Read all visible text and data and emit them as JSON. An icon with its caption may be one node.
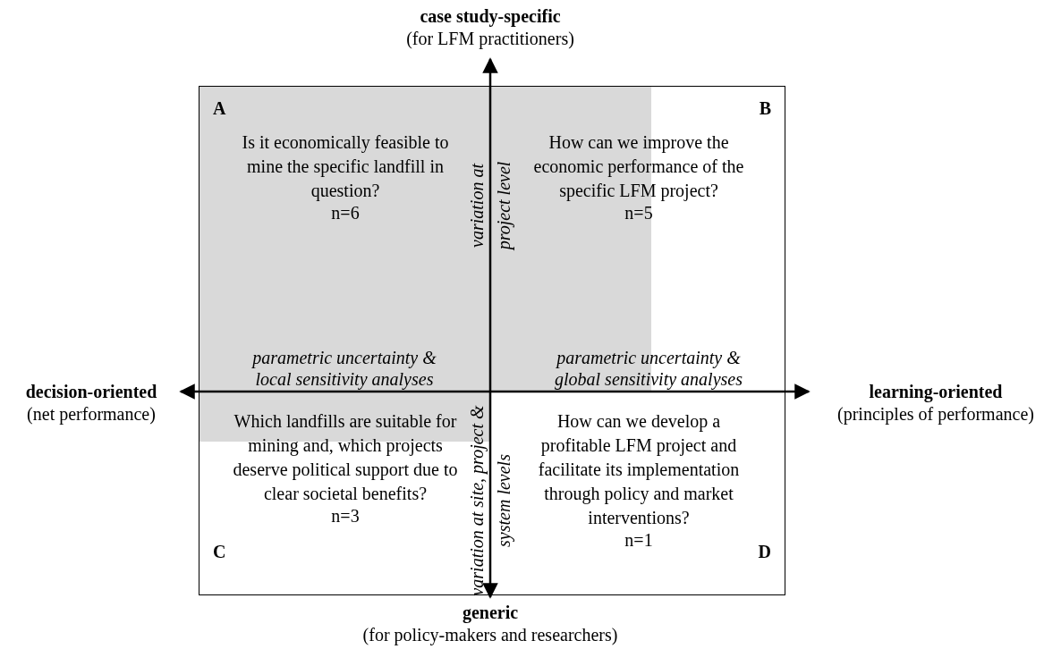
{
  "diagram": {
    "nodes": [
      {
        "text": [],
        "shape": "box"
      },
      {
        "text": [
          "A",
          "Is it economically feasible to mine the specific landfill in question?",
          "n=6"
        ],
        "in": 0
      },
      {
        "text": [
          "B",
          "How can we improve the economic performance of the specific LFM project?",
          "n=5"
        ],
        "in": 0
      },
      {
        "text": [
          "Which landfills are suitable for mining and, which projects deserve political support due to clear societal benefits?",
          "n=3",
          "C"
        ],
        "in": 0
      },
      {
        "text": [
          "How can we develop a profitable LFM project and facilitate its implementation through policy and market interventions?",
          "n=1",
          "D"
        ],
        "in": 0
      }
    ],
    "edges": [],
    "labels": [
      "case study-specific",
      "(for LFM practitioners)",
      "variation at project level",
      "decision-oriented",
      "(net performance)",
      "parametric uncertainty & local sensitivity analyses",
      "parametric uncertainty & global sensitivity analyses",
      "learning-oriented",
      "(principles of performance)",
      "variation at site, project & system levels",
      "generic",
      "(for policy-makers and researchers)"
    ]
  }
}
